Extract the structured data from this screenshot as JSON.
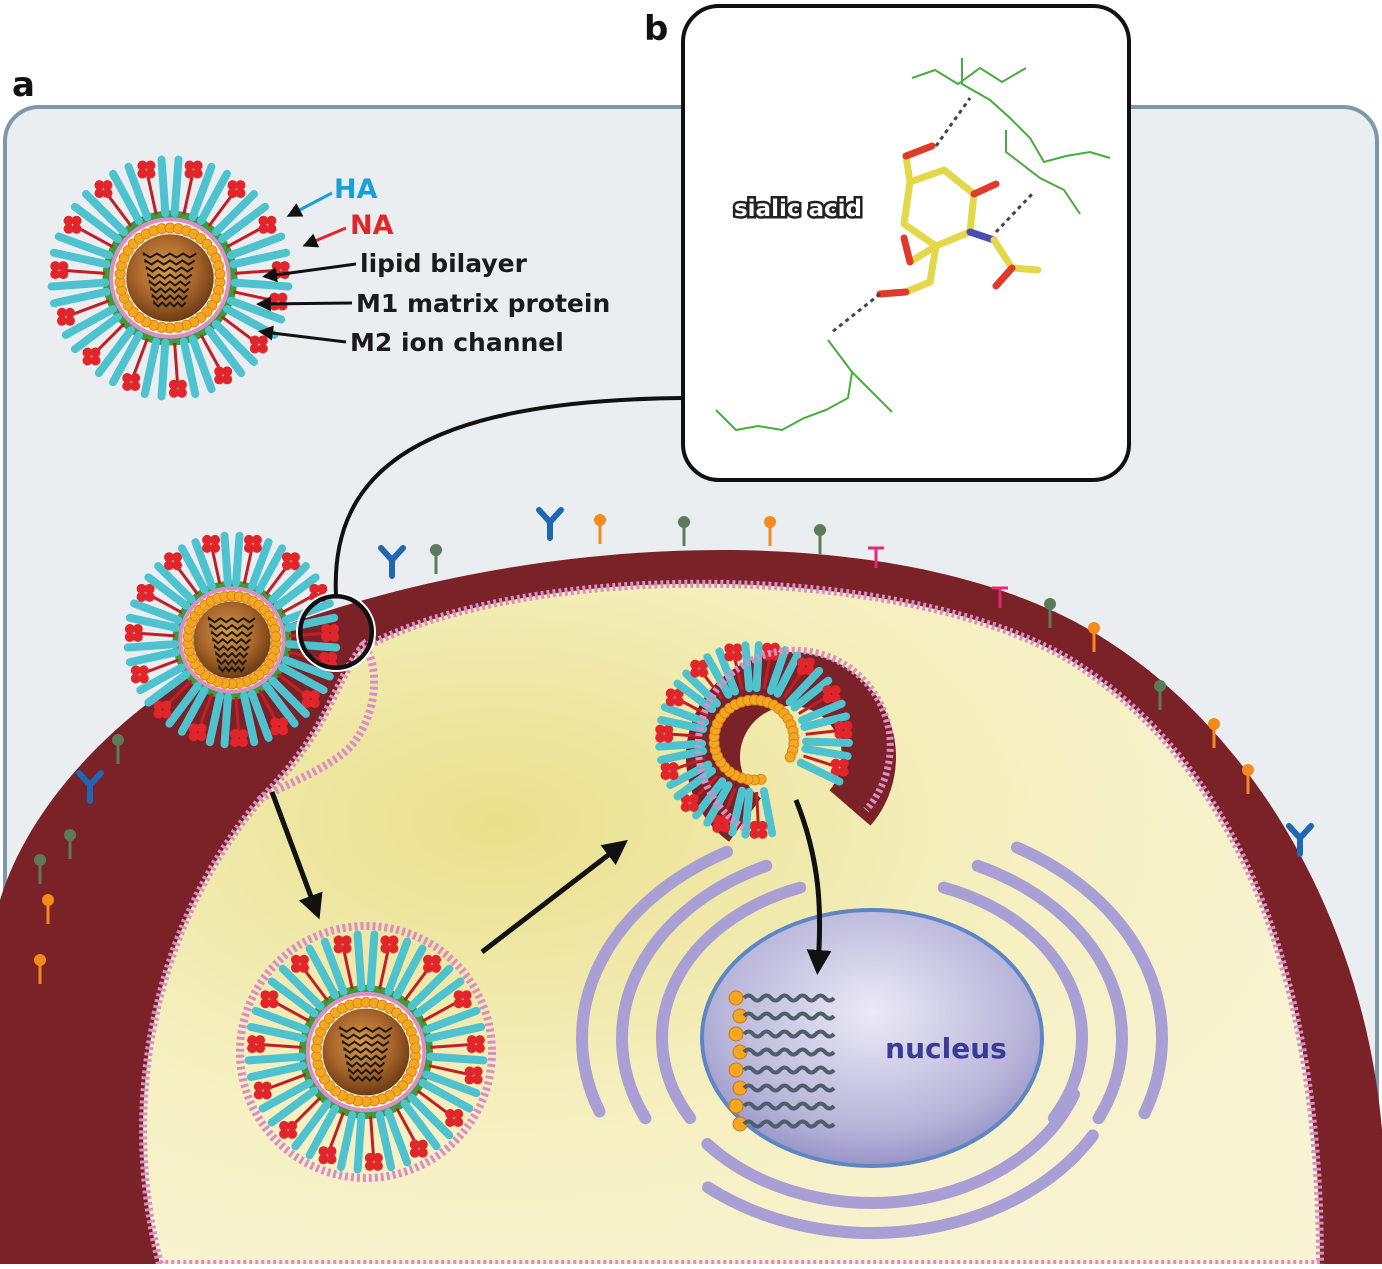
{
  "panels": {
    "a": "a",
    "b": "b"
  },
  "virion_labels": {
    "ha": "HA",
    "na": "NA",
    "lipid_bilayer": "lipid bilayer",
    "m1": "M1 matrix protein",
    "m2": "M2 ion channel"
  },
  "inset_labels": {
    "sialic_acid": "sialic acid"
  },
  "cell_labels": {
    "nucleus": "nucleus"
  },
  "colors": {
    "ha": "#1a9fd6",
    "na": "#e0262b",
    "cell_wall": "#7a2228",
    "cytoplasm": "#f3efb8",
    "nucleus": "#b9b7da",
    "er": "#a99fd4",
    "membrane": "#d98ec4",
    "ha_spike": "#4ec3cf",
    "m1_layer": "#f5a623",
    "background": "#ebeef0"
  }
}
